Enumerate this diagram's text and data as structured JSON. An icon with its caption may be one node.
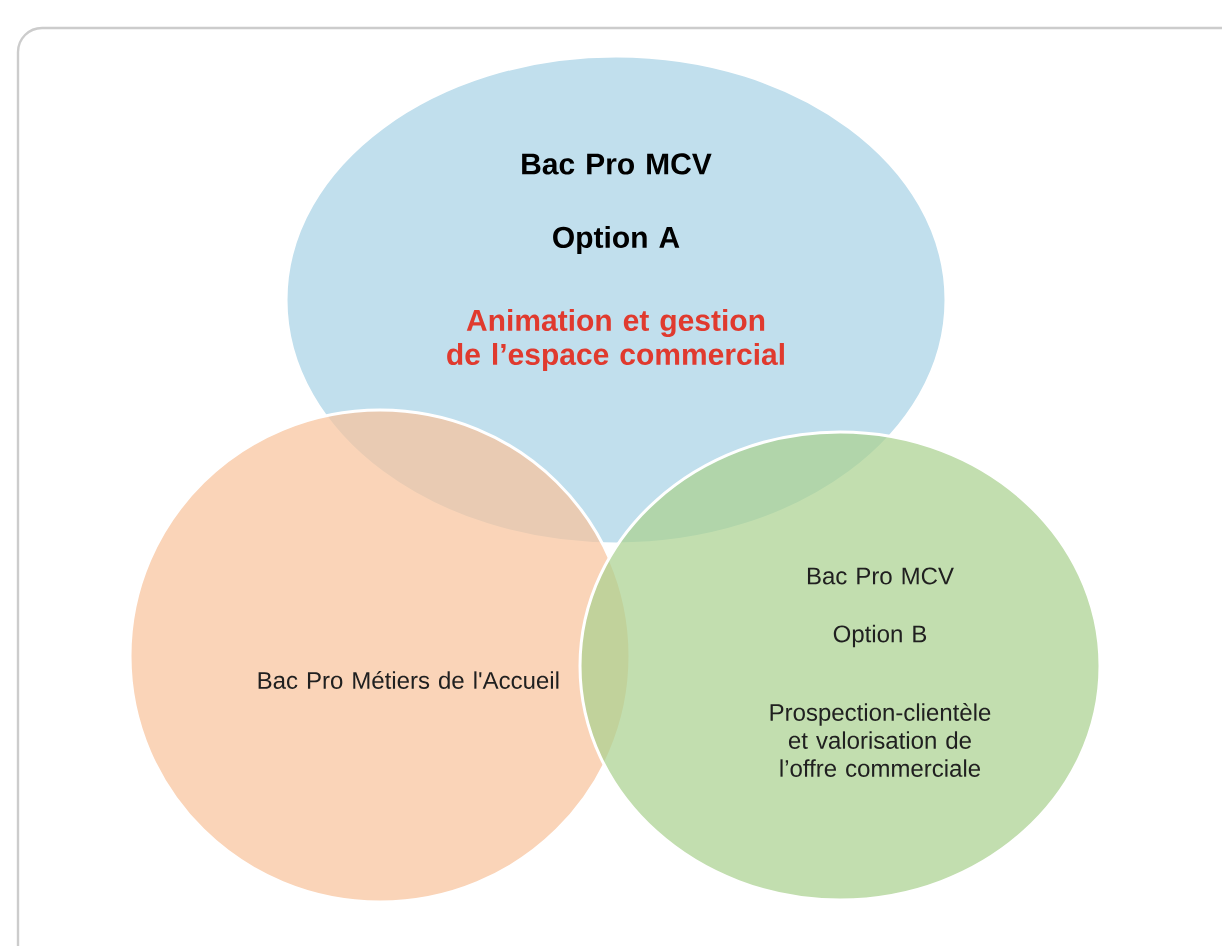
{
  "diagram": {
    "nodes": [
      {
        "text": [
          "Bac Pro MCV",
          "Option A",
          "Animation et gestion de l’espace commercial"
        ]
      },
      {
        "text": [
          "Bac Pro Métiers de l'Accueil"
        ]
      },
      {
        "text": [
          "Bac Pro MCV",
          "Option B",
          "Prospection-clientèle et valorisation de l’offre commerciale"
        ]
      }
    ]
  }
}
